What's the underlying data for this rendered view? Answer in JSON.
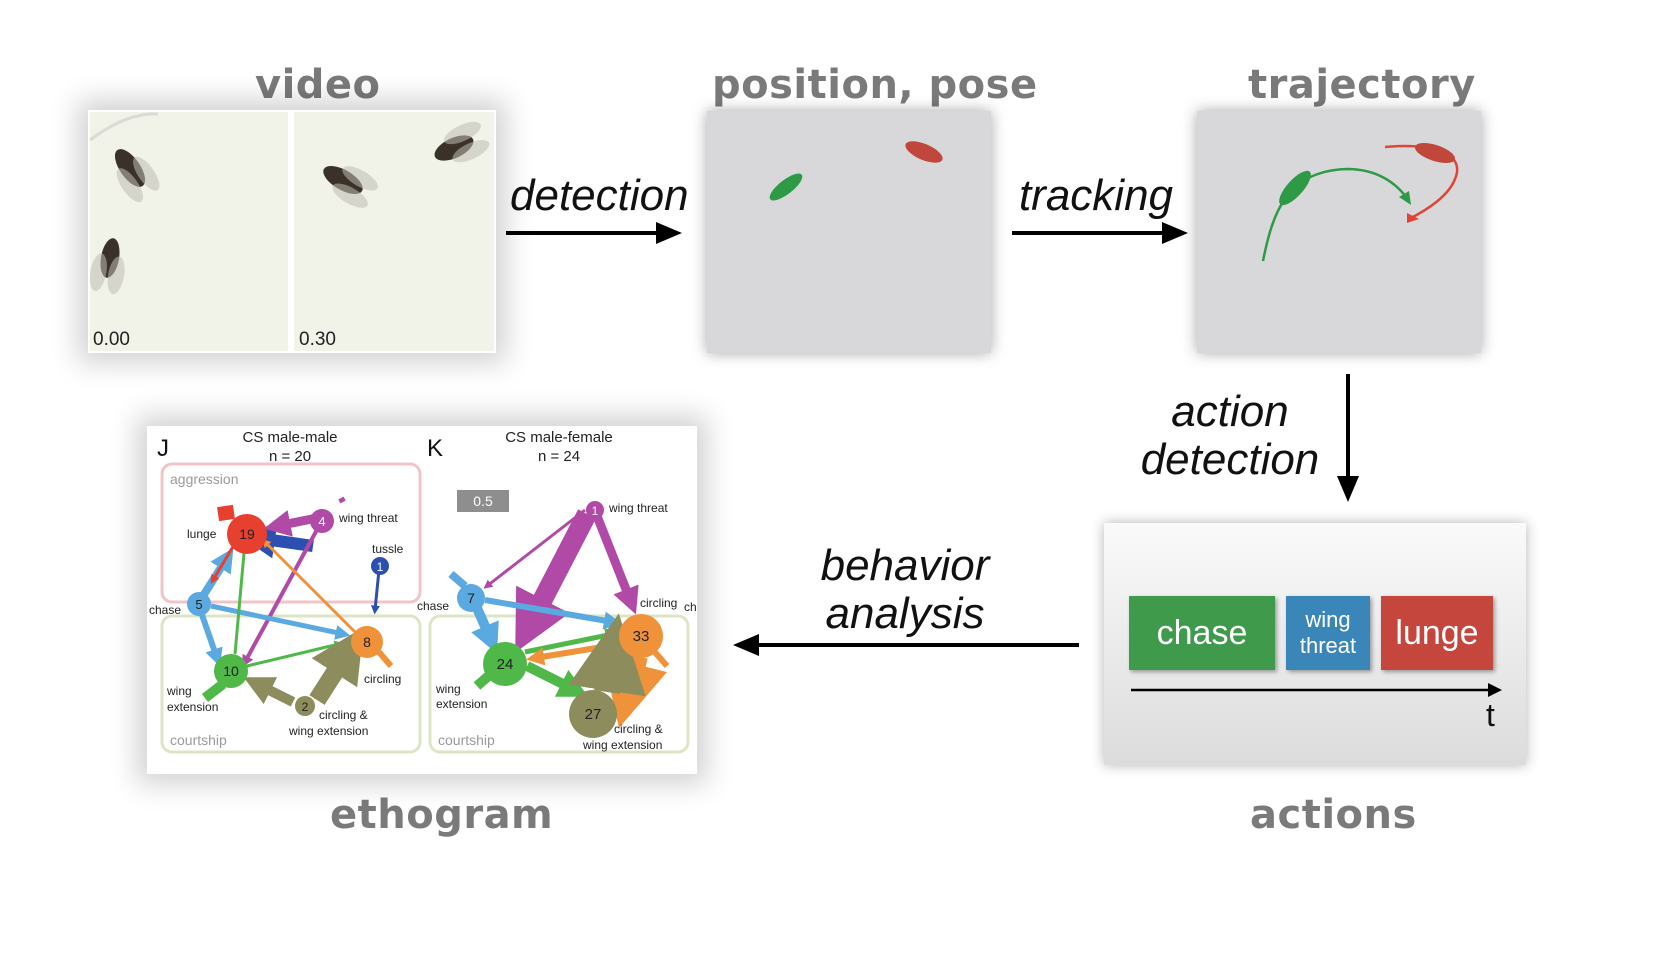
{
  "stages": {
    "video": "video",
    "position_pose": "position, pose",
    "trajectory": "trajectory",
    "actions": "actions",
    "ethogram": "ethogram"
  },
  "steps": {
    "detection": "detection",
    "tracking": "tracking",
    "action_detection_line1": "action",
    "action_detection_line2": "detection",
    "behavior_analysis_line1": "behavior",
    "behavior_analysis_line2": "analysis"
  },
  "video_frames": [
    "0.00",
    "0.30"
  ],
  "actions_panel": {
    "items": [
      {
        "label": "chase",
        "color": "#3f9a4c"
      },
      {
        "label_line1": "wing",
        "label_line2": "threat",
        "color": "#3b86b9"
      },
      {
        "label": "lunge",
        "color": "#c4463d"
      }
    ],
    "axis_label": "t"
  },
  "colors": {
    "green": "#2e9a46",
    "red": "#c0473c",
    "panel_gray": "#d8d8da",
    "title_gray": "#7a7a7a"
  },
  "ethogram": {
    "left": {
      "panel_letter": "J",
      "title_line1": "CS male-male",
      "title_line2": "n = 20",
      "group_top": "aggression",
      "group_bottom": "courtship",
      "nodes": [
        {
          "value": "19",
          "label": "lunge",
          "color": "#e8402e"
        },
        {
          "value": "4",
          "label": "wing threat",
          "color": "#b04aa6"
        },
        {
          "value": "1",
          "label": "tussle",
          "color": "#2d4fb0"
        },
        {
          "value": "5",
          "label": "chase",
          "color": "#5aa9e0"
        },
        {
          "value": "8",
          "label": "circling",
          "color": "#f0923a"
        },
        {
          "value": "10",
          "label_line1": "wing",
          "label_line2": "extension",
          "color": "#4fb848"
        },
        {
          "value": "2",
          "label_line1": "circling &",
          "label_line2": "wing extension",
          "color": "#8c8c5c"
        }
      ]
    },
    "right": {
      "panel_letter": "K",
      "title_line1": "CS male-female",
      "title_line2": "n = 24",
      "scale_label": "0.5",
      "group_bottom": "courtship",
      "nodes": [
        {
          "value": "1",
          "label": "wing threat",
          "color": "#b04aa6"
        },
        {
          "value": "7",
          "label": "chase",
          "color": "#5aa9e0"
        },
        {
          "value": "33",
          "label": "circling",
          "color": "#f0923a"
        },
        {
          "value": "24",
          "label_line1": "wing",
          "label_line2": "extension",
          "color": "#4fb848"
        },
        {
          "value": "27",
          "label_line1": "circling &",
          "label_line2": "wing extension",
          "color": "#8c8c5c"
        }
      ],
      "cut_label": "ch"
    }
  }
}
